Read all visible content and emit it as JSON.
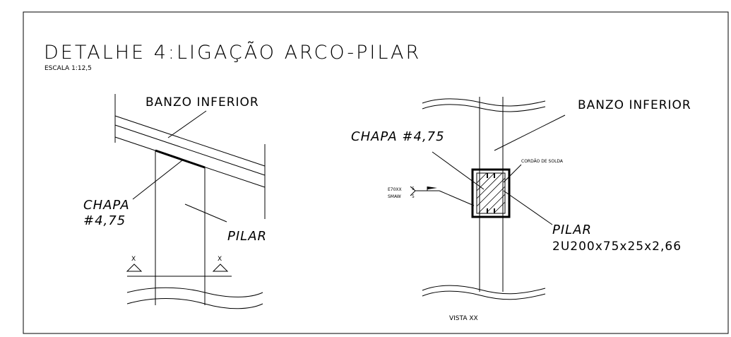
{
  "title": "DETALHE 4:LIGAÇÃO ARCO-PILAR",
  "scale": "ESCALA 1:12,5",
  "left_view": {
    "banzo_label": "BANZO INFERIOR",
    "chapa_label_line1": "CHAPA",
    "chapa_label_line2": "#4,75",
    "pilar_label": "PILAR",
    "section_mark_left": "X",
    "section_mark_right": "X"
  },
  "right_view": {
    "banzo_label": "BANZO INFERIOR",
    "chapa_label": "CHAPA #4,75",
    "cordao_label": "CORDÃO DE SOLDA",
    "weld_line1": "E70XX",
    "weld_line2": "SMAW",
    "weld_size_top": "5",
    "weld_size_bottom": "5",
    "pilar_label": "PILAR",
    "pilar_profile": "2U200x75x25x2,66",
    "view_label": "VISTA XX"
  }
}
